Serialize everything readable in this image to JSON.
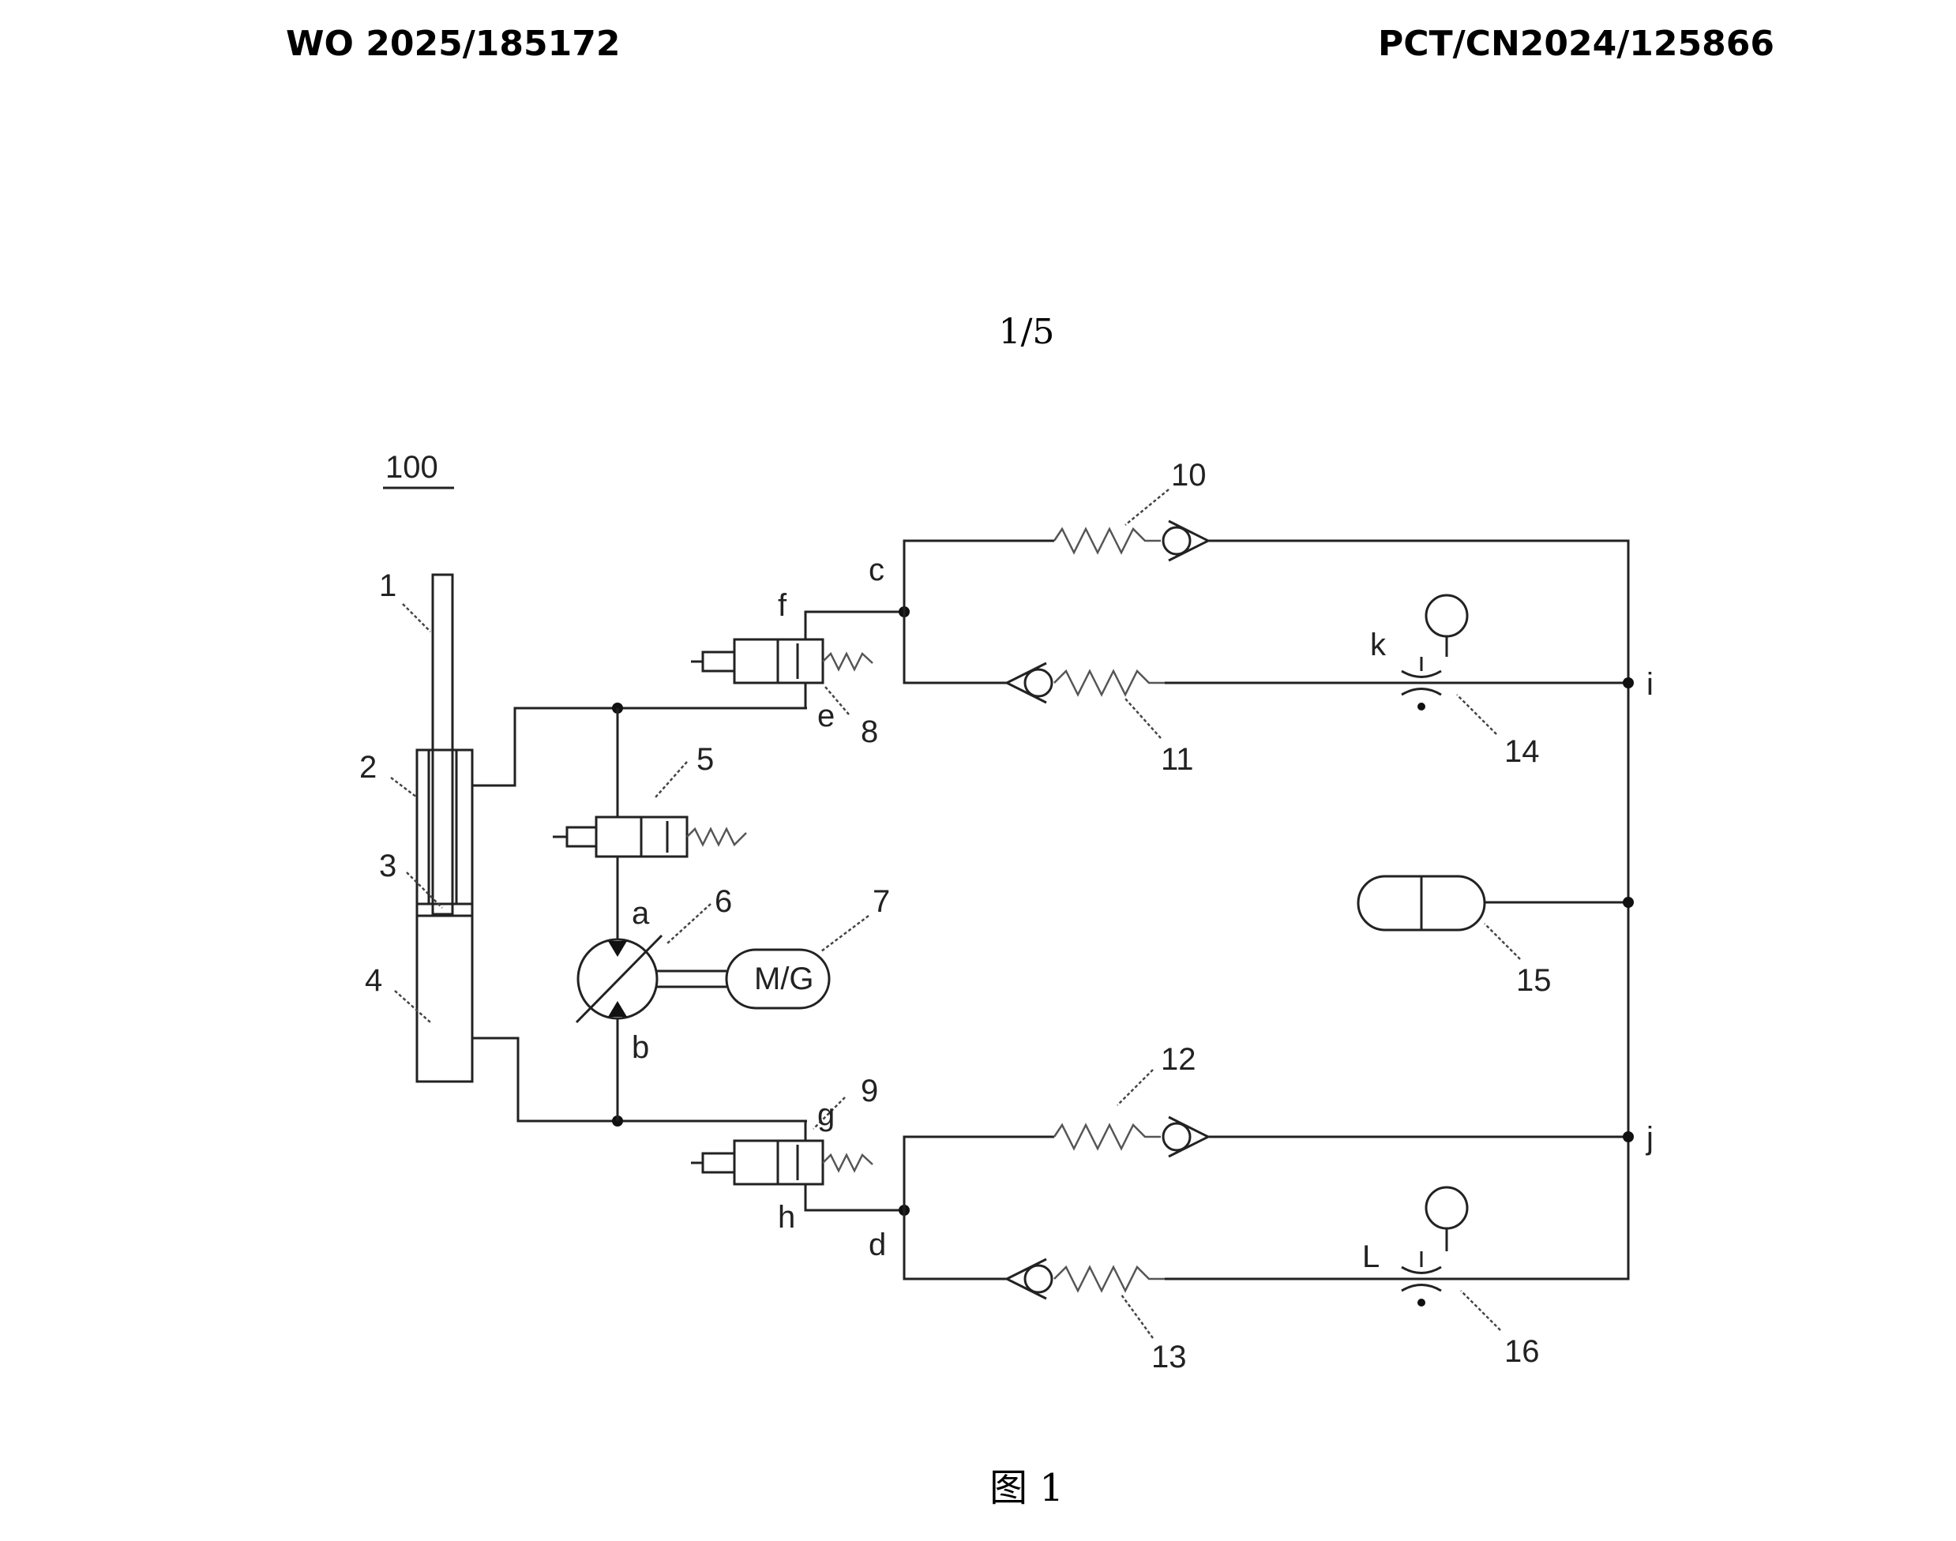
{
  "header": {
    "publication_number": "WO 2025/185172",
    "application_number": "PCT/CN2024/125866"
  },
  "page_number": "1/5",
  "figure_caption": "图 1",
  "diagram": {
    "system_ref": "100",
    "motor_label": "M/G",
    "component_refs": [
      "1",
      "2",
      "3",
      "4",
      "5",
      "6",
      "7",
      "8",
      "9",
      "10",
      "11",
      "12",
      "13",
      "14",
      "15",
      "16"
    ],
    "node_labels": [
      "a",
      "b",
      "c",
      "d",
      "e",
      "f",
      "g",
      "h",
      "i",
      "j",
      "k",
      "L"
    ]
  }
}
